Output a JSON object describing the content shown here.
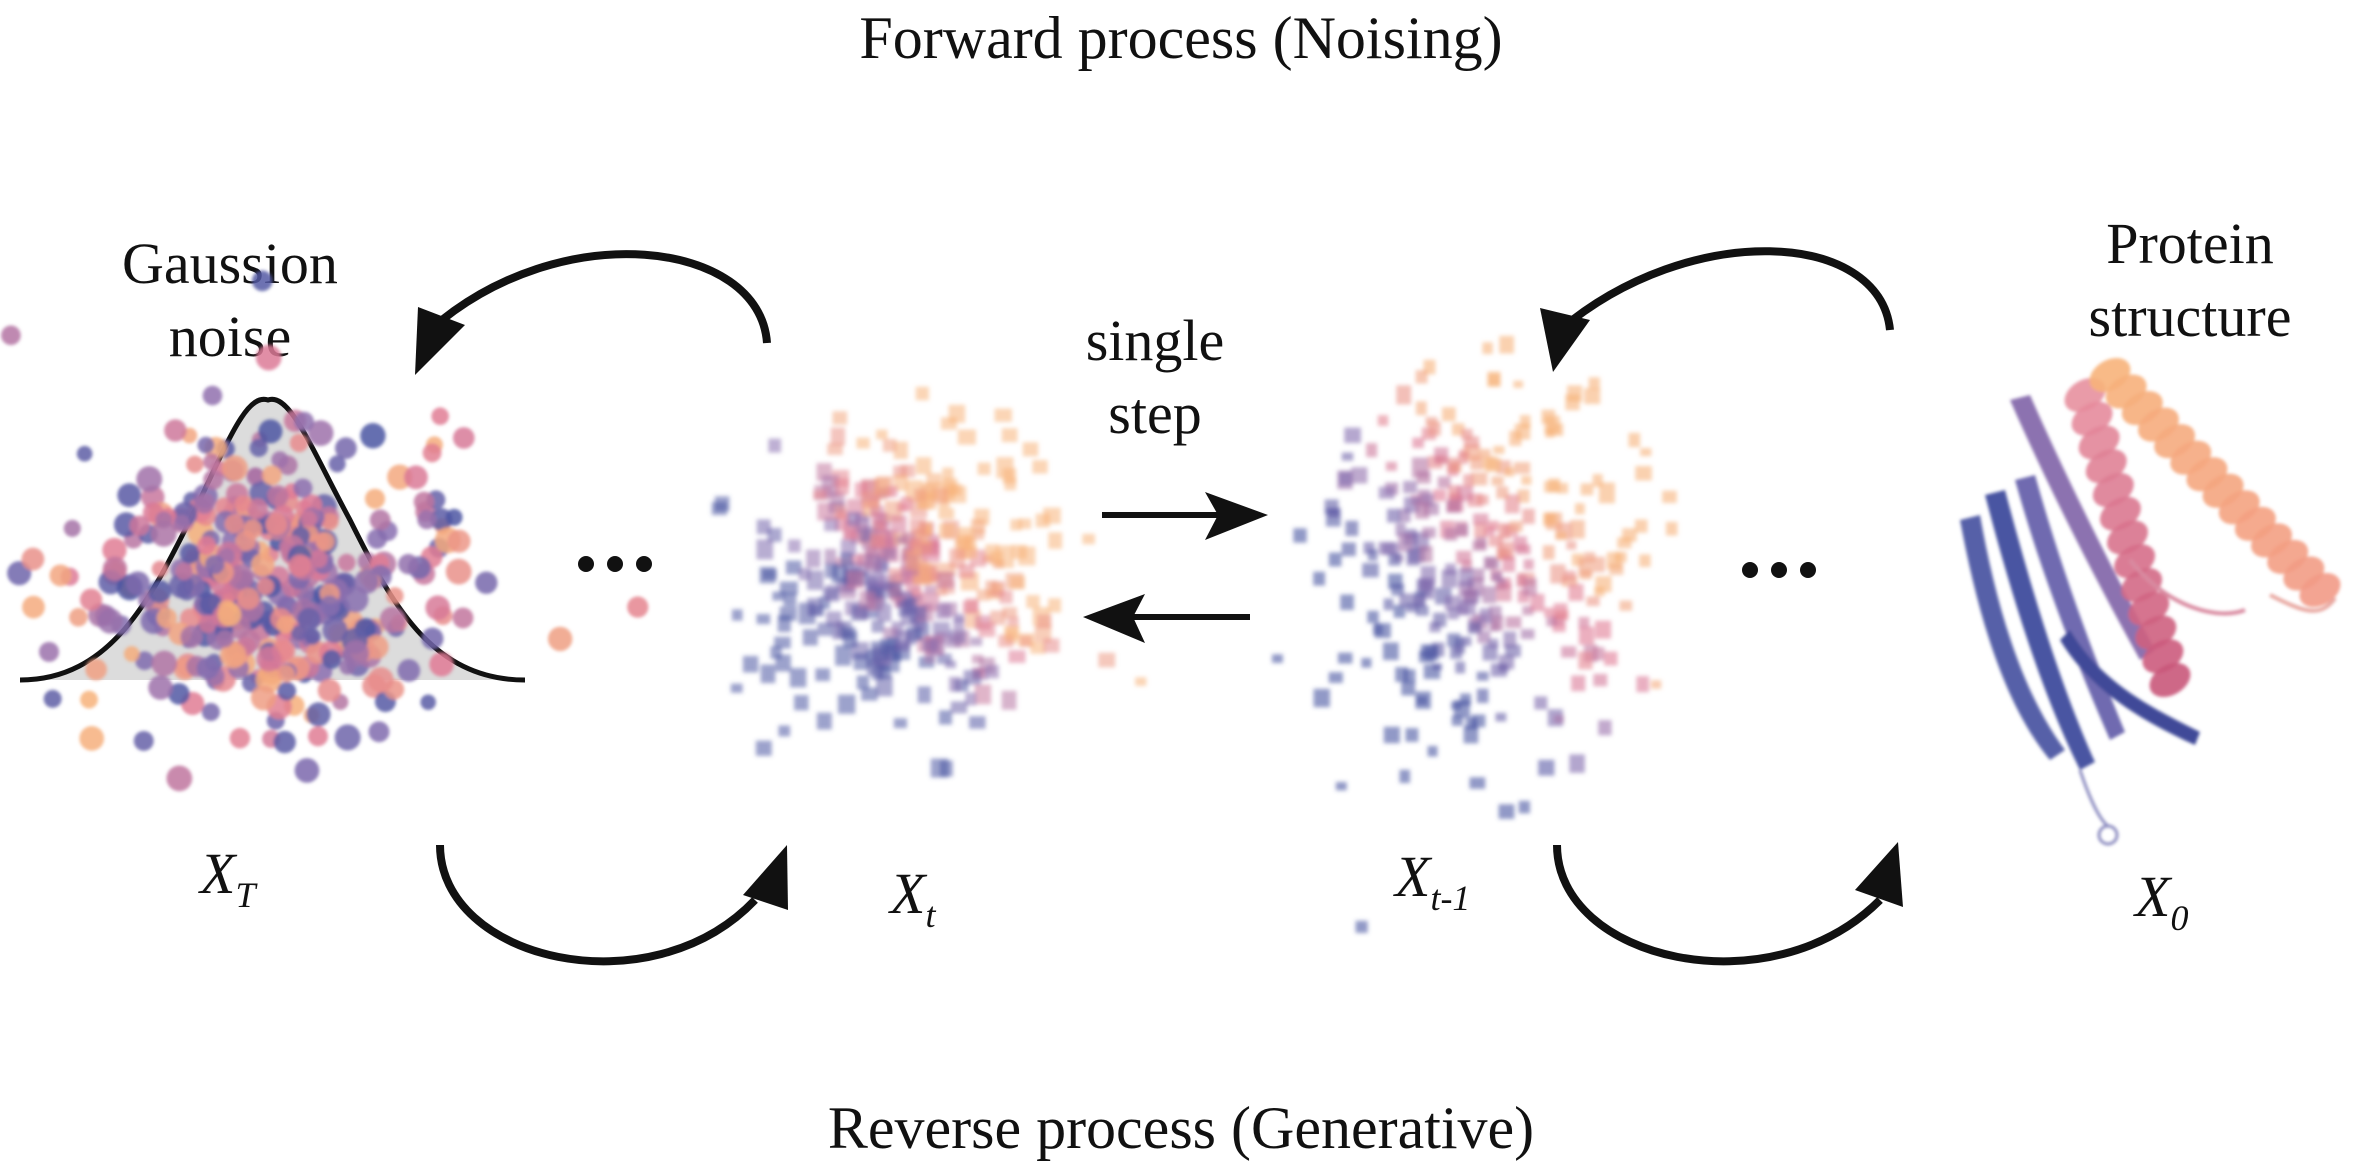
{
  "diagram": {
    "title_top": "Forward process (Noising)",
    "title_bottom": "Reverse process (Generative)",
    "labels": {
      "gaussian_noise": [
        "Gaussion",
        "noise"
      ],
      "protein_structure": [
        "Protein",
        "structure"
      ],
      "single_step": [
        "single",
        "step"
      ]
    },
    "states": [
      {
        "id": "xT",
        "symbol": "X",
        "subscript": "T",
        "depiction": "gaussian-noise-cloud"
      },
      {
        "id": "xt",
        "symbol": "X",
        "subscript": "t",
        "depiction": "noisy-point-cloud"
      },
      {
        "id": "xt1",
        "symbol": "X",
        "subscript": "t-1",
        "depiction": "less-noisy-point-cloud"
      },
      {
        "id": "x0",
        "symbol": "X",
        "subscript": "0",
        "depiction": "protein-ribbon-structure"
      }
    ],
    "ellipsis": "...",
    "arrows": [
      {
        "id": "forward-x0-to-xt1",
        "direction": "left",
        "process": "forward"
      },
      {
        "id": "forward-xt-to-xT",
        "direction": "left",
        "process": "forward"
      },
      {
        "id": "reverse-xT-to-xt",
        "direction": "right",
        "process": "reverse"
      },
      {
        "id": "reverse-xt1-to-x0",
        "direction": "right",
        "process": "reverse"
      },
      {
        "id": "single-step-forward",
        "direction": "right"
      },
      {
        "id": "single-step-reverse",
        "direction": "left"
      }
    ],
    "colors": {
      "ink": "#111111",
      "blue": "#4a55a2",
      "purple": "#8a6fb0",
      "pink": "#e07a95",
      "salmon": "#f29a86",
      "orange": "#f7b27a",
      "gaussian_fill": "#dcdcdc"
    }
  }
}
